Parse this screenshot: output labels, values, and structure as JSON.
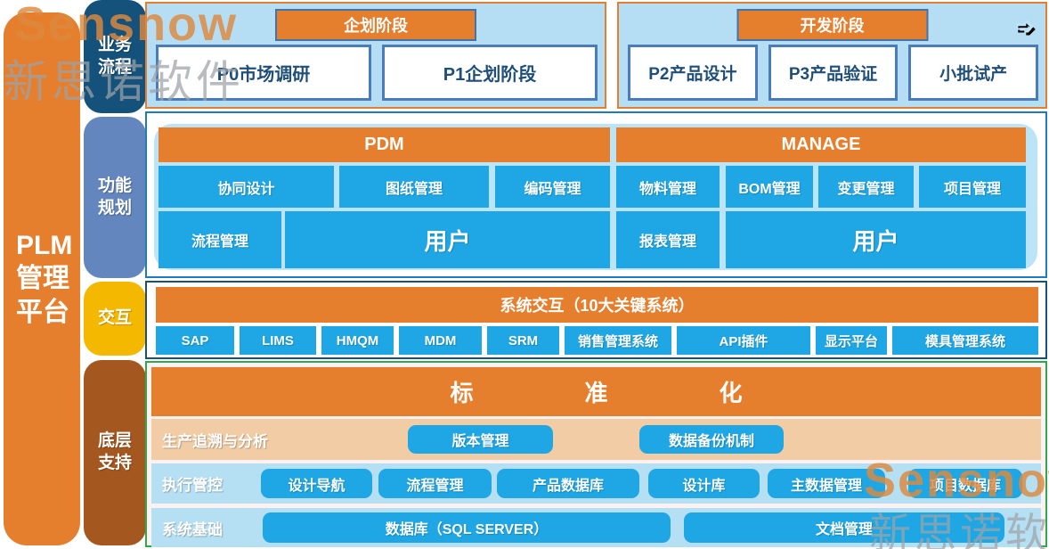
{
  "watermark": {
    "brand_en": "Sensnow",
    "brand_zh": "新思诺软件"
  },
  "sidebar": {
    "title": "PLM\n管理\n平台",
    "labels": [
      {
        "label": "业务\n流程",
        "color": "#14527C"
      },
      {
        "label": "功能\n规划",
        "color": "#6286BD"
      },
      {
        "label": "交互",
        "color": "#F5B800"
      },
      {
        "label": "底层\n支持",
        "color": "#A4571E"
      }
    ]
  },
  "planning_stage": {
    "header": "企划阶段",
    "phases": [
      "P0市场调研",
      "P1企划阶段"
    ]
  },
  "development_stage": {
    "header": "开发阶段",
    "phases": [
      "P2产品设计",
      "P3产品验证",
      "小批试产"
    ],
    "icon": "go-arrow"
  },
  "pdm": {
    "header": "PDM",
    "row1": [
      "协同设计",
      "图纸管理",
      "编码管理"
    ],
    "row2": [
      "流程管理",
      "用户"
    ]
  },
  "manage": {
    "header": "MANAGE",
    "row1": [
      "物料管理",
      "BOM管理",
      "变更管理",
      "项目管理"
    ],
    "row2": [
      "报表管理",
      "用户"
    ]
  },
  "interaction": {
    "header": "系统交互（10大关键系统）",
    "systems": [
      "SAP",
      "LIMS",
      "HMQM",
      "MDM",
      "SRM",
      "销售管理系统",
      "API插件",
      "显示平台",
      "模具管理系统"
    ]
  },
  "foundation": {
    "header": "标准化",
    "rows": [
      {
        "label": "生产追溯与分析",
        "items": [
          "版本管理",
          "数据备份机制"
        ]
      },
      {
        "label": "执行管控",
        "items": [
          "设计导航",
          "流程管理",
          "产品数据库",
          "设计库",
          "主数据管理",
          "项目数据库"
        ]
      },
      {
        "label": "系统基础",
        "items": [
          "数据库（SQL SERVER）",
          "文档管理"
        ]
      }
    ]
  },
  "colors": {
    "accent_orange": "#E57E2D",
    "navy": "#14527C",
    "medium_blue": "#6286BD",
    "yellow": "#F5B800",
    "brown": "#A4571E",
    "cyan_button": "#1FA7E5",
    "light_blue_bg": "#B5DEF5",
    "inner_blue_bg": "#BCE4F9",
    "peach_row": "#F2CCA4",
    "green_border": "#2EA84E",
    "box_text_blue": "#1F4E79"
  }
}
